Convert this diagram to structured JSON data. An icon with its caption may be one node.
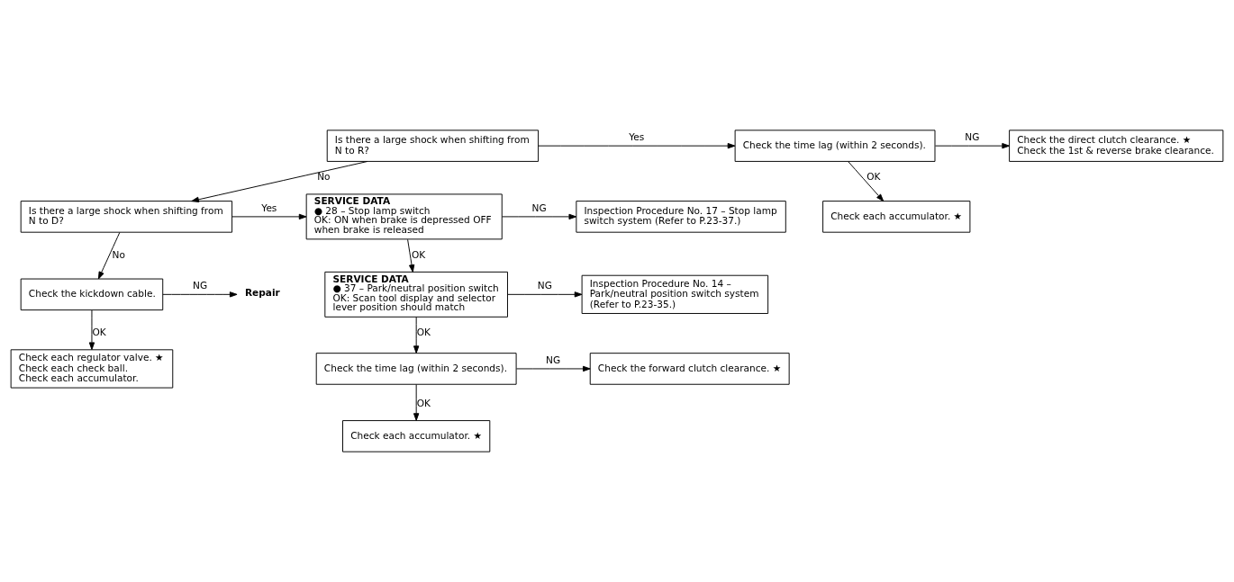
{
  "diagram": {
    "nodes": [
      {
        "text": [
          "Is there a large shock when shifting from N to R?"
        ]
      },
      {
        "text": [
          "Check the time lag (within 2 seconds)."
        ]
      },
      {
        "text": [
          "Check the direct clutch clearance. ★",
          "Check the 1st & reverse brake clearance."
        ]
      },
      {
        "text": [
          "Check each accumulator. ★"
        ]
      },
      {
        "text": [
          "Is there a large shock when shifting from N to D?"
        ]
      },
      {
        "text": [
          "SERVICE DATA",
          "● 28 – Stop lamp switch",
          "OK: ON when brake is depressed OFF when brake is released"
        ]
      },
      {
        "text": [
          "Inspection Procedure No. 17 – Stop lamp switch system (Refer to P.23-37.)"
        ]
      },
      {
        "text": [
          "Check the kickdown cable."
        ]
      },
      {
        "text": [
          "Repair"
        ]
      },
      {
        "text": [
          "Check each regulator valve. ★",
          "Check each check ball.",
          "Check each accumulator."
        ]
      },
      {
        "text": [
          "SERVICE DATA",
          "● 37 – Park/neutral position switch",
          "OK: Scan tool display and selector lever position should match"
        ]
      },
      {
        "text": [
          "Inspection Procedure No. 14 – Park/neutral position switch system (Refer to P.23-35.)"
        ]
      },
      {
        "text": [
          "Check the time lag (within 2 seconds)."
        ]
      },
      {
        "text": [
          "Check the forward clutch clearance. ★"
        ]
      },
      {
        "text": [
          "Check each accumulator. ★"
        ]
      }
    ],
    "edges": [
      {
        "from": 0,
        "to": 1,
        "arrow": "to",
        "label": "Yes"
      },
      {
        "from": 1,
        "to": 2,
        "arrow": "to",
        "label": "NG"
      },
      {
        "from": 1,
        "to": 3,
        "arrow": "to",
        "label": "OK"
      },
      {
        "from": 0,
        "to": 4,
        "arrow": "to",
        "label": "No"
      },
      {
        "from": 4,
        "to": 5,
        "arrow": "to",
        "label": "Yes"
      },
      {
        "from": 5,
        "to": 6,
        "arrow": "to",
        "label": "NG"
      },
      {
        "from": 4,
        "to": 7,
        "arrow": "to",
        "label": "No"
      },
      {
        "from": 7,
        "to": 8,
        "arrow": "to",
        "label": "NG"
      },
      {
        "from": 7,
        "to": 9,
        "arrow": "to",
        "label": "OK"
      },
      {
        "from": 5,
        "to": 10,
        "arrow": "to",
        "label": "OK"
      },
      {
        "from": 10,
        "to": 11,
        "arrow": "to",
        "label": "NG"
      },
      {
        "from": 10,
        "to": 12,
        "arrow": "to",
        "label": "OK"
      },
      {
        "from": 12,
        "to": 13,
        "arrow": "to",
        "label": "NG"
      },
      {
        "from": 12,
        "to": 14,
        "arrow": "to",
        "label": "OK"
      }
    ]
  }
}
